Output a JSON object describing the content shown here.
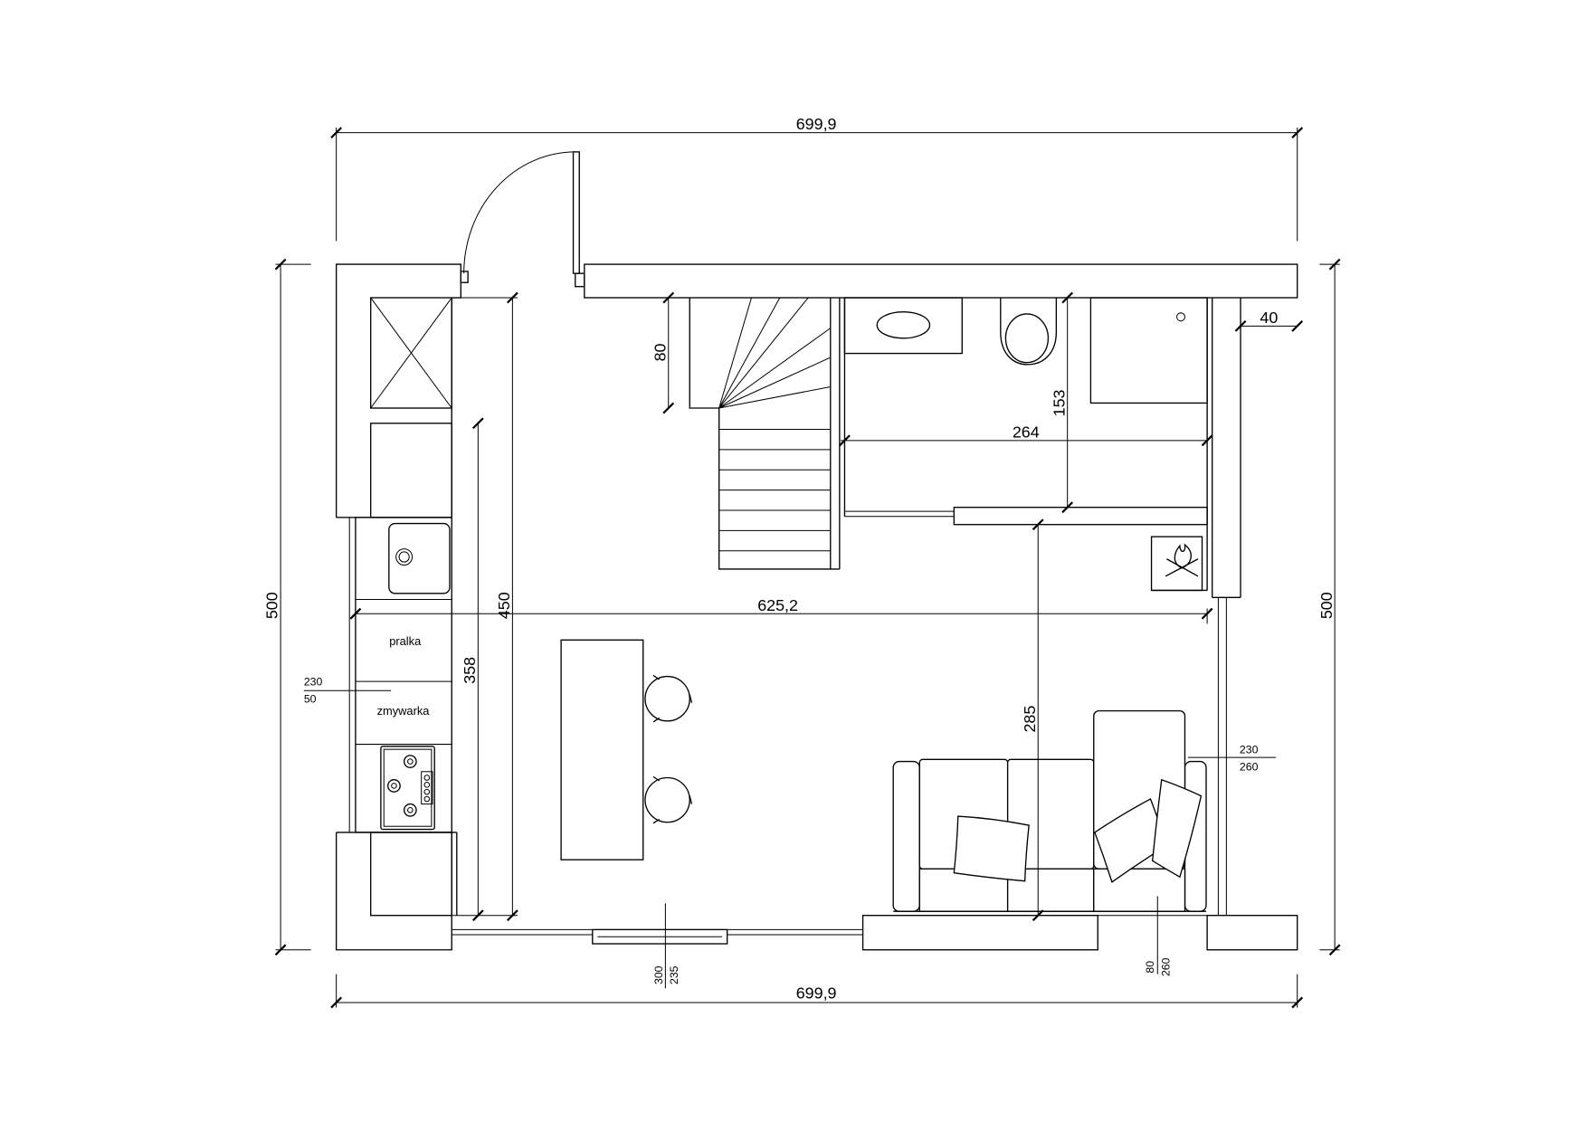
{
  "colors": {
    "line": "#000000",
    "background": "#ffffff"
  },
  "dimensions": {
    "top": "699,9",
    "bottom": "699,9",
    "left": "500",
    "right": "500",
    "kitchen": "450",
    "cabinet": "358",
    "stairs": "80",
    "bathroom_depth": "153",
    "bathroom_width": "264",
    "wall": "40",
    "interior": "625,2",
    "living": "285"
  },
  "appliances": {
    "washer": "pralka",
    "dishwasher": "zmywarka"
  },
  "notes": [
    {
      "upper": "230",
      "lower": "50"
    },
    {
      "upper": "230",
      "lower": "260"
    },
    {
      "upper": "300",
      "lower": "235"
    },
    {
      "upper": "80",
      "lower": "260"
    }
  ]
}
